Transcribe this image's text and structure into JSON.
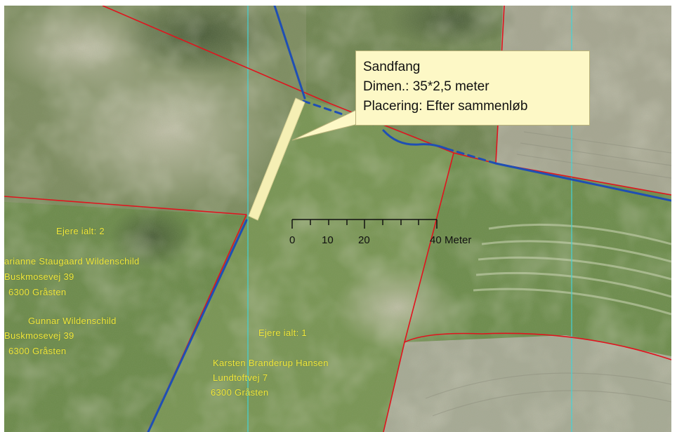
{
  "callout": {
    "title": "Sandfang",
    "dimensions": "Dimen.: 35*2,5 meter",
    "placement": "Placering: Efter sammenløb"
  },
  "scale_bar": {
    "labels": [
      "0",
      "10",
      "20",
      "40"
    ],
    "unit": "Meter"
  },
  "parcels": [
    {
      "count": "Ejere ialt: 2",
      "owners": [
        {
          "name": "arianne Staugaard Wildenschild",
          "address": "Buskmosevej 39",
          "city": "6300 Gråsten"
        },
        {
          "name": "Gunnar Wildenschild",
          "address": "Buskmosevej 39",
          "city": "6300 Gråsten"
        }
      ]
    },
    {
      "count": "Ejere ialt: 1",
      "owners": [
        {
          "name": "Karsten Branderup Hansen",
          "address": "Lundtoftvej 7",
          "city": "6300 Gråsten"
        }
      ]
    }
  ],
  "colors": {
    "parcel_boundary": "#e0141e",
    "watercourse": "#1f4fb4",
    "grid_line": "#41d4d8",
    "label_text": "#f2ea3c",
    "callout_fill": "#fdf8c6",
    "sandtrap_fill": "#f5efb4"
  }
}
